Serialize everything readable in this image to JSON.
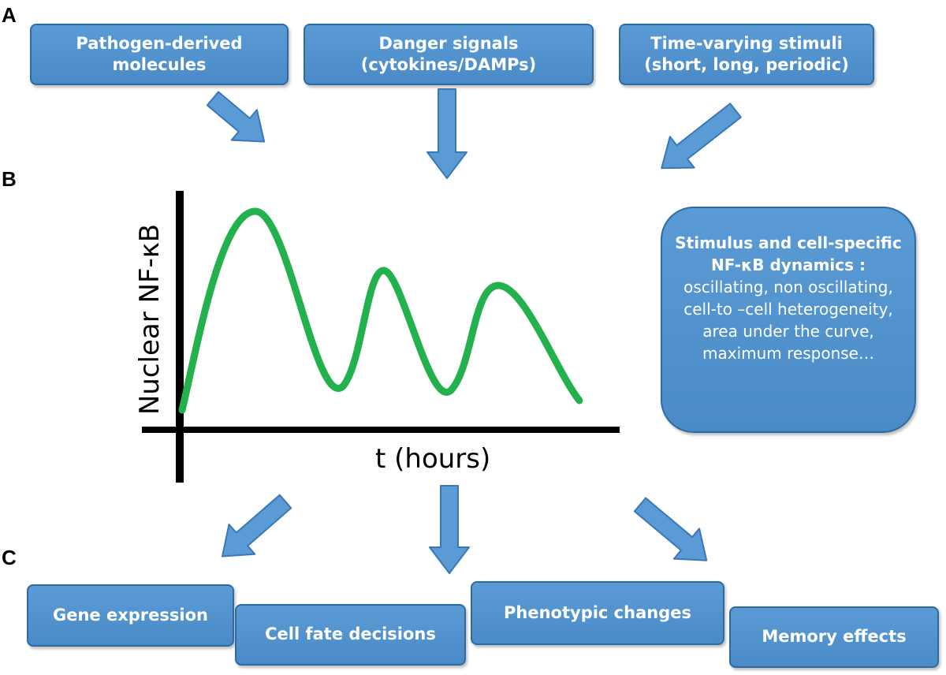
{
  "panels": {
    "a": "A",
    "b": "B",
    "c": "C"
  },
  "inputs": {
    "pathogen_line1": "Pathogen-derived",
    "pathogen_line2": "molecules",
    "danger_line1": "Danger signals",
    "danger_line2": "(cytokines/DAMPs)",
    "time_line1": "Time-varying stimuli",
    "time_line2": "(short, long, periodic)"
  },
  "plot": {
    "ylabel": "Nuclear NF-κB",
    "xlabel": "t (hours)",
    "curve_color": "#22b14c"
  },
  "dynamics": {
    "bold_text": "Stimulus and cell-specific NF-κB dynamics :",
    "rest_text": " oscillating, non oscillating, cell-to –cell heterogeneity, area under the curve, maximum response…"
  },
  "outputs": {
    "gene_expression": "Gene expression",
    "cell_fate": "Cell fate decisions",
    "phenotypic": "Phenotypic changes",
    "memory": "Memory effects"
  },
  "colors": {
    "box_fill": "#5b9bd5",
    "box_border": "#2e6aa3",
    "arrow_fill": "#5b9bd5"
  }
}
